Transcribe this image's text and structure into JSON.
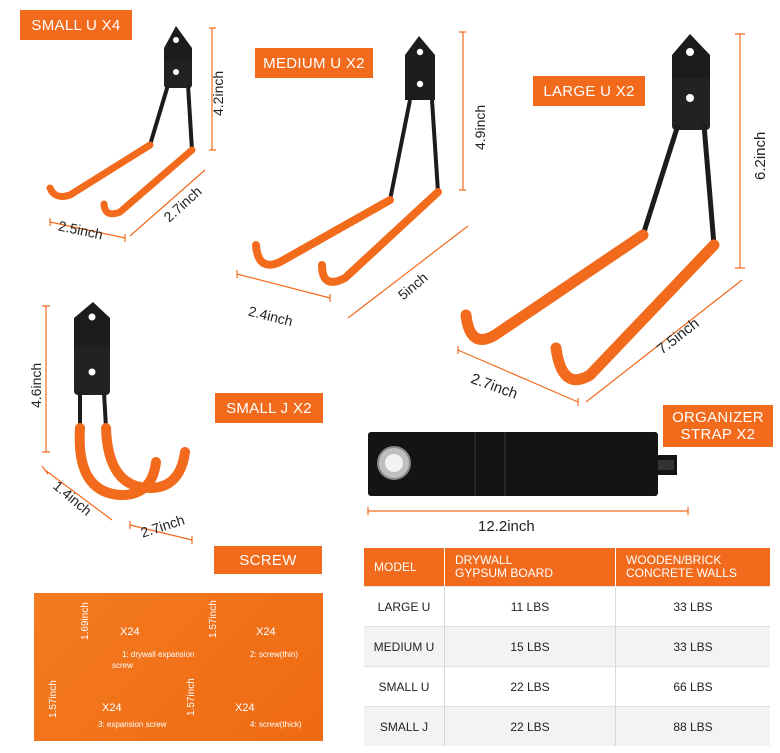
{
  "products": {
    "small_u": {
      "label": "SMALL U X4",
      "height": "4.2inch",
      "width": "2.5inch",
      "depth": "2.7inch"
    },
    "medium_u": {
      "label": "MEDIUM U X2",
      "height": "4.9inch",
      "width": "2.4inch",
      "depth": "5inch"
    },
    "large_u": {
      "label": "LARGE U X2",
      "height": "6.2inch",
      "width": "2.7inch",
      "depth": "7.5inch"
    },
    "small_j": {
      "label": "SMALL J X2",
      "height": "4.6inch",
      "width": "1.4inch",
      "depth": "2.7inch"
    },
    "strap": {
      "label_line1": "ORGANIZER",
      "label_line2": "STRAP X2",
      "length": "12.2inch"
    }
  },
  "screw": {
    "label": "SCREW",
    "items": [
      {
        "size": "1.69inch",
        "qty": "X24",
        "desc_line1": "1:  drywall expansion",
        "desc_line2": "screw"
      },
      {
        "size": "1.57inch",
        "qty": "X24",
        "desc_line1": "2:  screw(thin)",
        "desc_line2": ""
      },
      {
        "size": "1.57inch",
        "qty": "X24",
        "desc_line1": "3:  expansion screw",
        "desc_line2": ""
      },
      {
        "size": "1.57inch",
        "qty": "X24",
        "desc_line1": "4:  screw(thick)",
        "desc_line2": ""
      }
    ]
  },
  "load_table": {
    "headers": [
      "MODEL",
      "DRYWALL\nGYPSUM BOARD",
      "WOODEN/BRICK\nCONCRETE WALLS"
    ],
    "rows": [
      [
        "LARGE U",
        "11 LBS",
        "33 LBS"
      ],
      [
        "MEDIUM U",
        "15 LBS",
        "33 LBS"
      ],
      [
        "SMALL U",
        "22 LBS",
        "66 LBS"
      ],
      [
        "SMALL J",
        "22 LBS",
        "88 LBS"
      ]
    ]
  },
  "colors": {
    "accent": "#f26b1d",
    "hook_coating": "#f26b1d",
    "metal": "#1e1e1e"
  }
}
